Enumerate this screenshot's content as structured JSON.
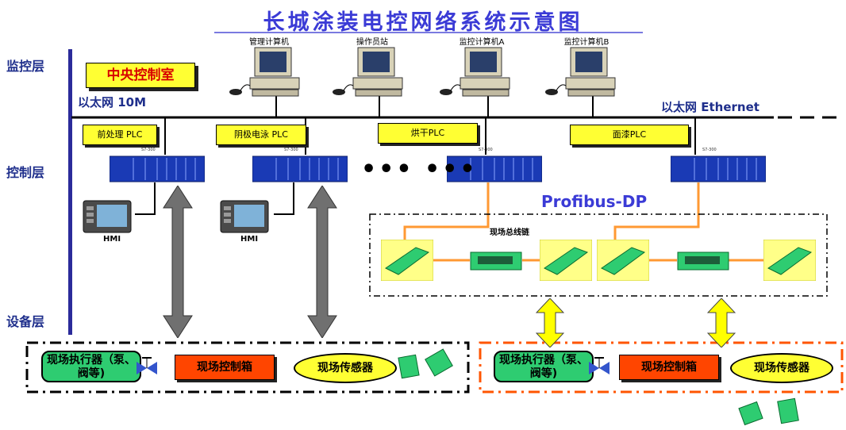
{
  "title": "长城涂装电控网络系统示意图",
  "layers": {
    "monitor": "监控层",
    "control": "控制层",
    "device": "设备层"
  },
  "central_room": "中央控制室",
  "networks": {
    "ethernet_10m": "以太网 10M",
    "ethernet": "以太网 Ethernet",
    "profibus": "Profibus-DP",
    "fieldbus": "现场总线链"
  },
  "computers": [
    "管理计算机",
    "操作员站",
    "监控计算机A",
    "监控计算机B"
  ],
  "plcs": [
    "前处理 PLC",
    "阴极电泳 PLC",
    "烘干PLC",
    "面漆PLC"
  ],
  "rack_label": "S7-300",
  "hmi": "HMI",
  "ellipsis": "••• •••",
  "field_groups": [
    {
      "actuator": "现场执行器（泵、阀等)",
      "control_box": "现场控制箱",
      "sensor": "现场传感器"
    },
    {
      "actuator": "现场执行器（泵、阀等)",
      "control_box": "现场控制箱",
      "sensor": "现场传感器"
    }
  ],
  "colors": {
    "title": "#3b3bd6",
    "layer_text": "#1f2f8c",
    "label_bg": "#ffff33",
    "central_text": "#d80000",
    "profibus_line": "#ff9933",
    "field_green": "#2ecc71",
    "control_box": "#ff4500",
    "rack": "#1a3ab5",
    "arrow_gray": "#707070",
    "arrow_yellow": "#ffff00",
    "dash_orange": "#ff5500"
  },
  "icons": [
    "pc-icon",
    "plc-rack-icon",
    "hmi-icon",
    "io-module-icon",
    "valve-icon",
    "sensor-icon"
  ]
}
